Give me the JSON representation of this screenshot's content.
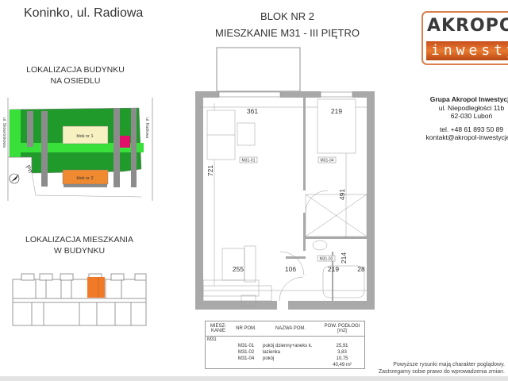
{
  "header": {
    "location": "Koninko, ul. Radiowa",
    "block": "BLOK NR 2",
    "apartment": "MIESZKANIE M31 - III PIĘTRO"
  },
  "site_section": {
    "title_line1": "LOKALIZACJA BUDYNKU",
    "title_line2": "NA OSIEDLU",
    "building1": "blok nr 1",
    "building2": "blok nr 2",
    "street_left": "ul. Skowronkowa",
    "street_right": "ul. Radiowa",
    "north": "Pn",
    "colors": {
      "green_dark": "#1f9a2b",
      "green_light": "#39e03a",
      "road": "#8c8c8c",
      "building1": "#f7f0c0",
      "building2": "#f08a30",
      "highlight": "#e0106a"
    }
  },
  "building_section": {
    "title_line1": "LOKALIZACJA MIESZKANIA",
    "title_line2": "W BUDYNKU",
    "highlight_color": "#f07a28"
  },
  "logo": {
    "line1": "AKROPOL",
    "line2": "inwestycje"
  },
  "company": {
    "name": "Grupa Akropol Inwestycje",
    "street": "ul. Niepodległości 11b",
    "city": "62-030 Luboń",
    "phone": "tel. +48 61 893 50 89",
    "email": "kontakt@akropol-inwestycje.pl"
  },
  "plan": {
    "room_labels": {
      "living": "M31-01",
      "bedroom": "M31-04",
      "bath": "M31-02"
    },
    "dimensions": {
      "living_width": "361",
      "bedroom_width": "219",
      "living_length": "721",
      "bedroom_length": "491",
      "kitchen": "255",
      "hall": "106",
      "bath_width": "219",
      "bath_extra": "28",
      "bath_length": "214"
    }
  },
  "table": {
    "headers": {
      "apartment": "MIESZ-KANIE",
      "room_no": "NR POM.",
      "room_name": "NAZWA POM.",
      "area": "POW. PODŁOGI [m2]"
    },
    "apartment": "M31",
    "rows": [
      {
        "no": "M31-01",
        "name": "pokój dzienny+aneks k.",
        "area": "25,91"
      },
      {
        "no": "M31-02",
        "name": "łazienka",
        "area": "3,83"
      },
      {
        "no": "M31-04",
        "name": "pokój",
        "area": "10,75"
      }
    ],
    "total": "40,49 m²"
  },
  "footnote": {
    "line1": "Powyższe rysunki mają charakter poglądowy.",
    "line2": "Zastrzegamy sobie prawo do wprowadzenia zmian."
  }
}
